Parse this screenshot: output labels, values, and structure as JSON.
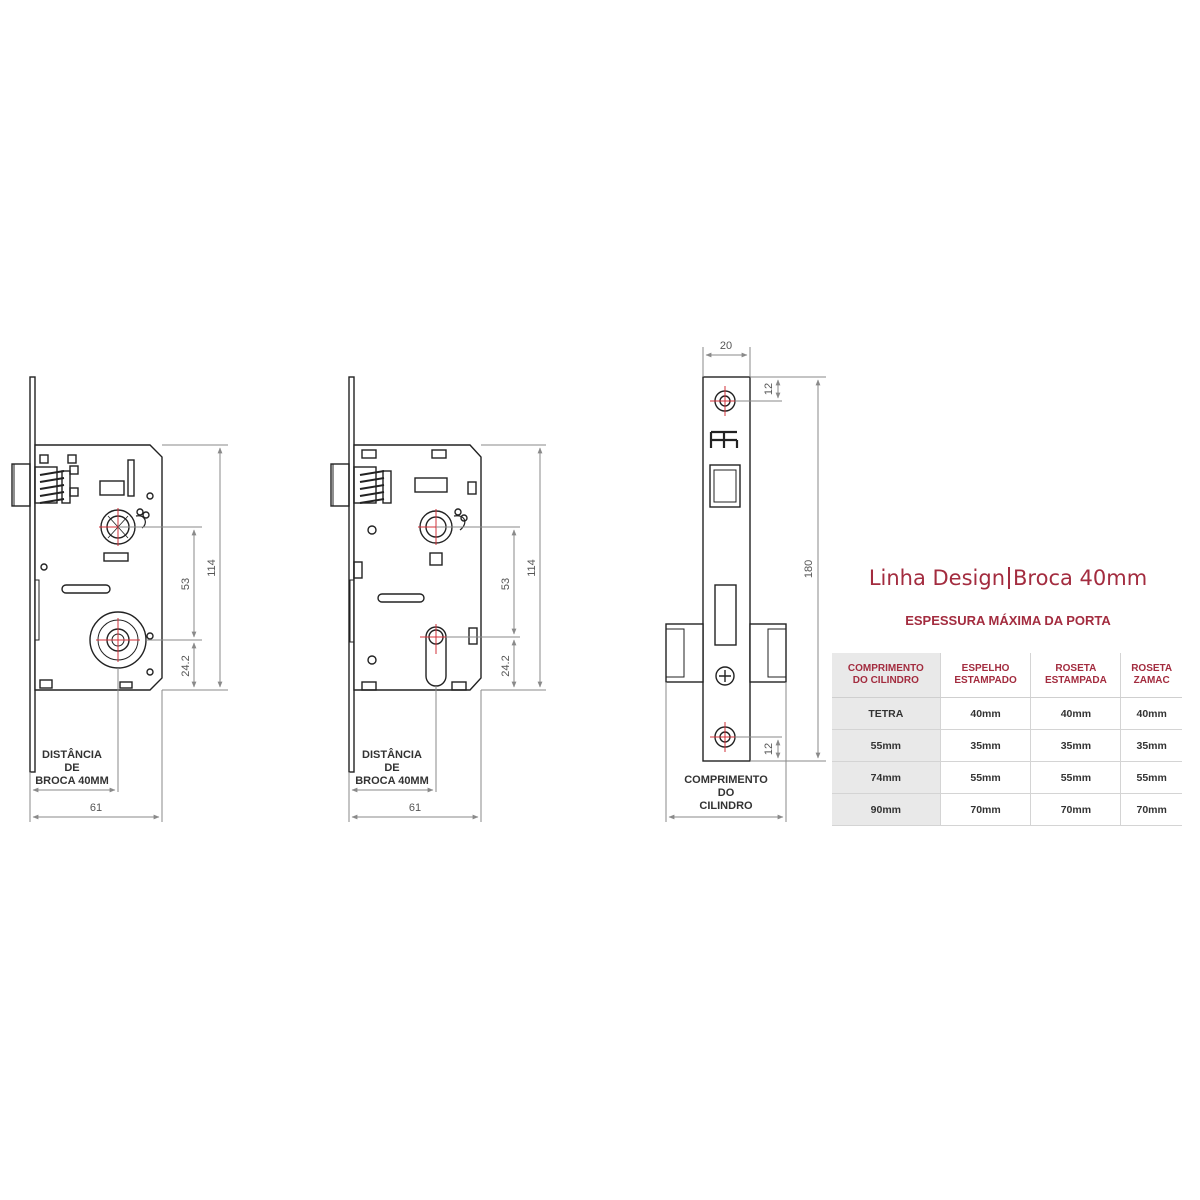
{
  "drawing_left": {
    "dims": {
      "height_total": "114",
      "center_distance": "53",
      "lower_offset": "24.2",
      "width": "61"
    },
    "caption": [
      "DISTÂNCIA",
      "DE",
      "BROCA 40MM"
    ]
  },
  "drawing_middle": {
    "dims": {
      "height_total": "114",
      "center_distance": "53",
      "lower_offset": "24.2",
      "width": "61"
    },
    "caption": [
      "DISTÂNCIA",
      "DE",
      "BROCA 40MM"
    ]
  },
  "drawing_front": {
    "dims": {
      "width": "20",
      "top_offset": "12",
      "bottom_offset": "12",
      "length": "180"
    },
    "caption": [
      "COMPRIMENTO",
      "DO",
      "CILINDRO"
    ]
  },
  "spec": {
    "title_left": "Linha Design",
    "title_right": "Broca 40mm",
    "subtitle": "ESPESSURA MÁXIMA DA PORTA",
    "headers": [
      [
        "COMPRIMENTO",
        "DO CILINDRO"
      ],
      [
        "ESPELHO",
        "ESTAMPADO"
      ],
      [
        "ROSETA",
        "ESTAMPADA"
      ],
      [
        "ROSETA",
        "ZAMAC"
      ]
    ],
    "rows": [
      [
        "TETRA",
        "40mm",
        "40mm",
        "40mm"
      ],
      [
        "55mm",
        "35mm",
        "35mm",
        "35mm"
      ],
      [
        "74mm",
        "55mm",
        "55mm",
        "55mm"
      ],
      [
        "90mm",
        "70mm",
        "70mm",
        "70mm"
      ]
    ]
  },
  "colors": {
    "accent": "#a32c3f",
    "line": "#222222",
    "dimension": "#8a8a8a",
    "center_mark": "#d0303a"
  }
}
